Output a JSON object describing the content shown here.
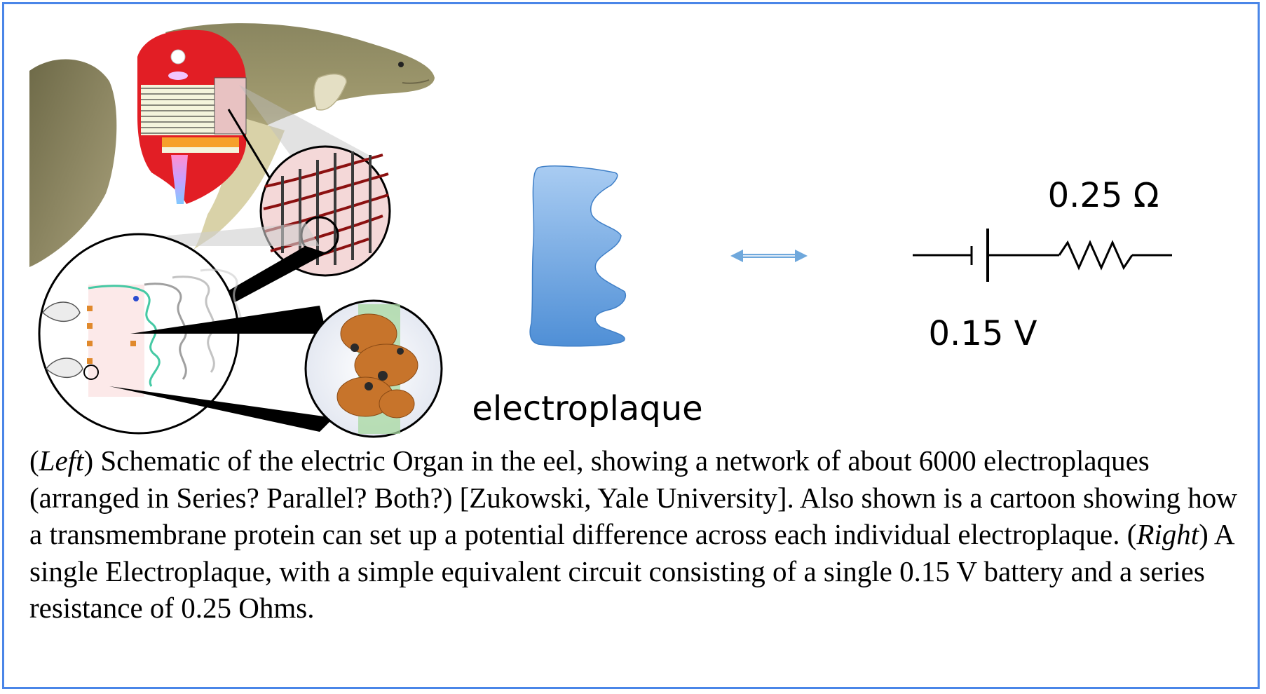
{
  "diagram": {
    "electroplaque_label": "electroplaque",
    "resistance_label": "0.25 Ω",
    "voltage_label": "0.15 V"
  },
  "caption": {
    "part1": "(",
    "left_em": "Left",
    "part2": ") Schematic of the electric Organ in the eel, showing a network of about 6000 electroplaques (arranged in Series? Parallel? Both?) [Zukowski, Yale University]. Also shown is a cartoon showing how a transmembrane protein can set up a potential difference across each individual electroplaque. (",
    "right_em": "Right",
    "part3": ") A single Electroplaque, with a simple equivalent circuit consisting of a single 0.15 V battery and a series resistance of 0.25 Ohms."
  },
  "colors": {
    "frame": "#4a86e8",
    "electroplaque_fill": "#5b9bd5",
    "eel_body": "#9a9468",
    "organ_red": "#e02020"
  }
}
